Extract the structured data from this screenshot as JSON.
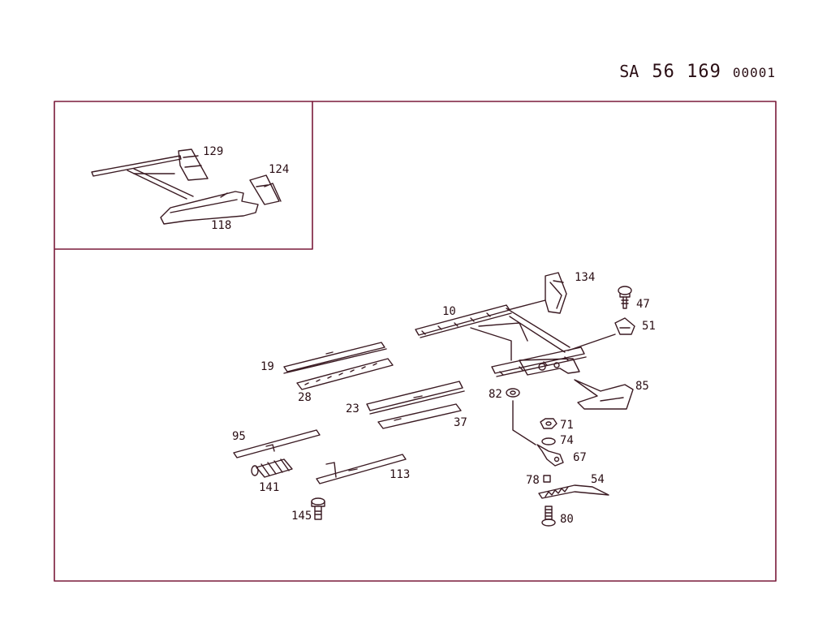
{
  "header": {
    "prefix": "SA",
    "number": "56 169",
    "suffix": "00001"
  },
  "colors": {
    "frame": "#7a1a3a",
    "line": "#3a1a22",
    "text": "#2a0e14"
  },
  "parts": [
    {
      "id": "p118",
      "label": "118",
      "name": "rail-cover"
    },
    {
      "id": "p124",
      "label": "124",
      "name": "bracket"
    },
    {
      "id": "p129",
      "label": "129",
      "name": "end-cap"
    },
    {
      "id": "p134",
      "label": "134",
      "name": "mount-bracket"
    },
    {
      "id": "p10",
      "label": "10",
      "name": "seat-frame"
    },
    {
      "id": "p47",
      "label": "47",
      "name": "screw"
    },
    {
      "id": "p51",
      "label": "51",
      "name": "clip"
    },
    {
      "id": "p19",
      "label": "19",
      "name": "rail"
    },
    {
      "id": "p28",
      "label": "28",
      "name": "rail-strip"
    },
    {
      "id": "p85",
      "label": "85",
      "name": "lever"
    },
    {
      "id": "p82",
      "label": "82",
      "name": "washer"
    },
    {
      "id": "p23",
      "label": "23",
      "name": "rail"
    },
    {
      "id": "p37",
      "label": "37",
      "name": "rail-strip"
    },
    {
      "id": "p71",
      "label": "71",
      "name": "nut"
    },
    {
      "id": "p74",
      "label": "74",
      "name": "washer"
    },
    {
      "id": "p67",
      "label": "67",
      "name": "spring-clip"
    },
    {
      "id": "p95",
      "label": "95",
      "name": "rail"
    },
    {
      "id": "p113",
      "label": "113",
      "name": "rail"
    },
    {
      "id": "p141",
      "label": "141",
      "name": "bellows"
    },
    {
      "id": "p78",
      "label": "78",
      "name": "sleeve"
    },
    {
      "id": "p54",
      "label": "54",
      "name": "toothed-strip"
    },
    {
      "id": "p145",
      "label": "145",
      "name": "bolt"
    },
    {
      "id": "p80",
      "label": "80",
      "name": "bolt"
    }
  ]
}
